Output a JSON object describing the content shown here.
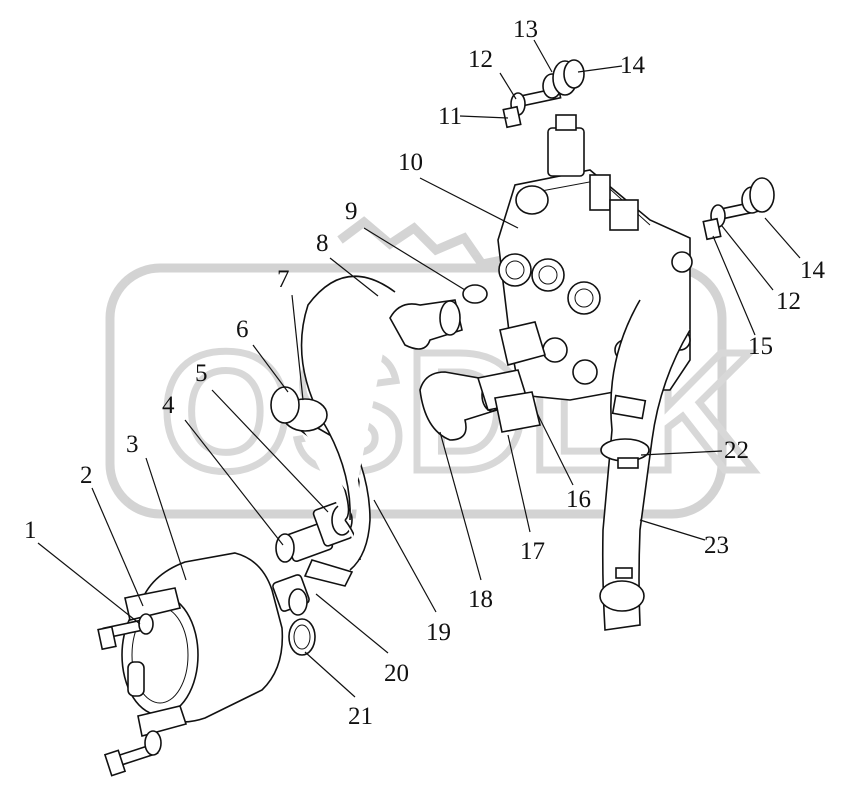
{
  "corner_mark": "",
  "watermark": {
    "brand": "OSDLK"
  },
  "callouts": [
    {
      "id": "1",
      "text": "1"
    },
    {
      "id": "2",
      "text": "2"
    },
    {
      "id": "3",
      "text": "3"
    },
    {
      "id": "4",
      "text": "4"
    },
    {
      "id": "5",
      "text": "5"
    },
    {
      "id": "6",
      "text": "6"
    },
    {
      "id": "7",
      "text": "7"
    },
    {
      "id": "8",
      "text": "8"
    },
    {
      "id": "9",
      "text": "9"
    },
    {
      "id": "10",
      "text": "10"
    },
    {
      "id": "11",
      "text": "11"
    },
    {
      "id": "12a",
      "text": "12"
    },
    {
      "id": "13",
      "text": "13"
    },
    {
      "id": "14a",
      "text": "14"
    },
    {
      "id": "14b",
      "text": "14"
    },
    {
      "id": "12b",
      "text": "12"
    },
    {
      "id": "15",
      "text": "15"
    },
    {
      "id": "16",
      "text": "16"
    },
    {
      "id": "17",
      "text": "17"
    },
    {
      "id": "18",
      "text": "18"
    },
    {
      "id": "19",
      "text": "19"
    },
    {
      "id": "20",
      "text": "20"
    },
    {
      "id": "21",
      "text": "21"
    },
    {
      "id": "22",
      "text": "22"
    },
    {
      "id": "23",
      "text": "23"
    }
  ]
}
